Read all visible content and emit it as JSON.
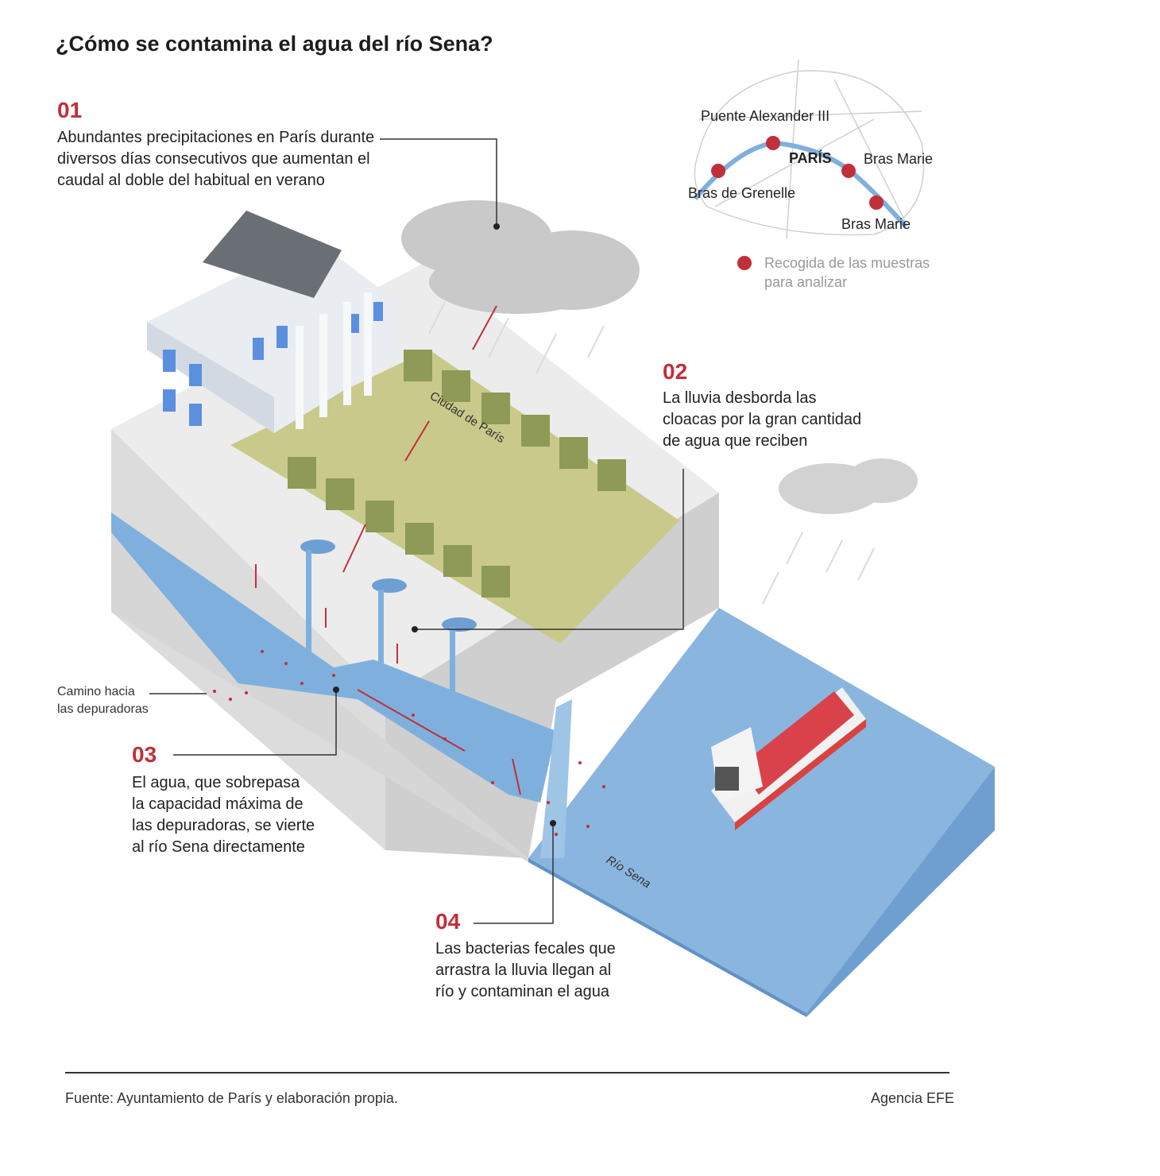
{
  "title": "¿Cómo se contamina el agua del río Sena?",
  "steps": [
    {
      "num": "01",
      "lines": [
        "Abundantes precipitaciones en París durante",
        "diversos días consecutivos que aumentan el",
        "caudal al doble del habitual en verano"
      ]
    },
    {
      "num": "02",
      "lines": [
        "La lluvia desborda las",
        "cloacas por la gran cantidad",
        "de agua que reciben"
      ]
    },
    {
      "num": "03",
      "lines": [
        "El agua, que sobrepasa",
        "la capacidad máxima de",
        "las depuradoras, se vierte",
        "al río Sena directamente"
      ]
    },
    {
      "num": "04",
      "lines": [
        "Las bacterias fecales que",
        "arrastra la lluvia llegan al",
        "río y contaminan el agua"
      ]
    }
  ],
  "map": {
    "city": "PARÍS",
    "points": [
      "Puente Alexander III",
      "Bras Marie",
      "Bras de Grenelle",
      "Bras Marie"
    ],
    "legend_lines": [
      "Recogida de las muestras",
      "para analizar"
    ],
    "legend_color": "#c0303a",
    "river_color": "#7fb0dd"
  },
  "labels": {
    "park": "Ciudad de París",
    "river": "Río Sena",
    "treatment_lines": [
      "Camino hacia",
      "las depuradoras"
    ]
  },
  "footer": {
    "source": "Fuente: Ayuntamiento de París y elaboración propia.",
    "credit": "Agencia EFE"
  },
  "colors": {
    "accent": "#c0303a",
    "water": "#8ab5de",
    "grass": "#c9c98c",
    "ground": "#e4e4e4"
  }
}
